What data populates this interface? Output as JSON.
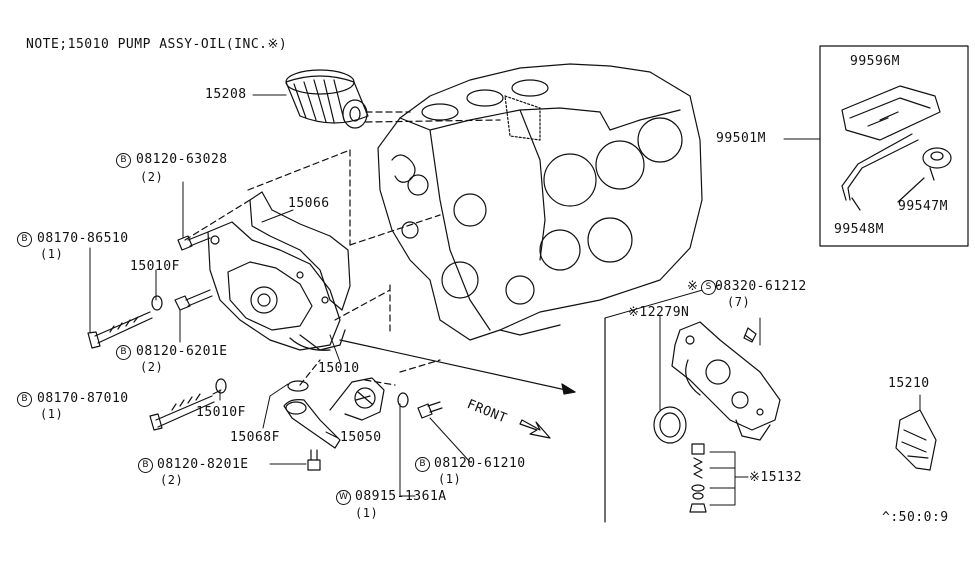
{
  "note": "NOTE;15010 PUMP ASSY-OIL(INC.※)",
  "front_label": "FRONT",
  "code": "^:50:0:9",
  "labels": {
    "p15208": "15208",
    "p08120_63028": "08120-63028",
    "p08120_63028_qty": "(2)",
    "p15066": "15066",
    "p08170_86510": "08170-86510",
    "p08170_86510_qty": "(1)",
    "p15010f_a": "15010F",
    "p08120_6201e": "08120-6201E",
    "p08120_6201e_qty": "(2)",
    "p15010": "15010",
    "p08170_87010": "08170-87010",
    "p08170_87010_qty": "(1)",
    "p15010f_b": "15010F",
    "p15068f": "15068F",
    "p15050": "15050",
    "p08120_8201e": "08120-8201E",
    "p08120_8201e_qty": "(2)",
    "p08915_1361a": "08915-1361A",
    "p08915_1361a_qty": "(1)",
    "p08120_61210": "08120-61210",
    "p08120_61210_qty": "(1)",
    "p99596m": "99596M",
    "p99501m": "99501M",
    "p99547m": "99547M",
    "p99548m": "99548M",
    "p08320_61212": "※08320-61212",
    "p08320_61212_qty": "(7)",
    "p12279n": "※12279N",
    "p15132": "※15132",
    "p15210": "15210"
  },
  "badges": {
    "b1": "B",
    "b2": "B",
    "b3": "B",
    "b4": "B",
    "b5": "B",
    "b6": "B",
    "s1": "S",
    "w1": "W"
  }
}
